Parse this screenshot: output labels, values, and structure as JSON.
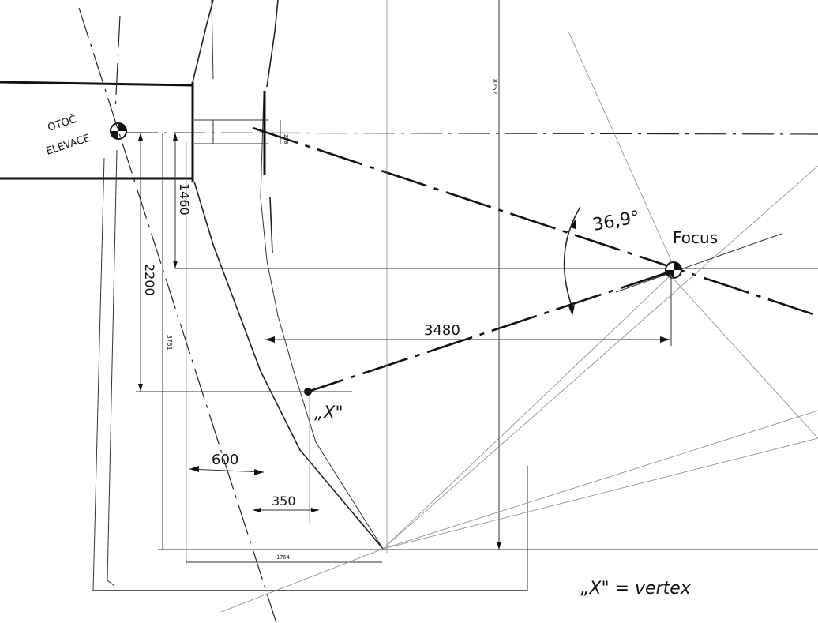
{
  "labels": {
    "pivot_line1": "OTOČ",
    "pivot_line2": "ELEVACE",
    "focus": "Focus",
    "angle": "36,9°",
    "vertex_mark": "„X\"",
    "legend": "„X\" = vertex"
  },
  "dimensions": {
    "d_1460": "1460",
    "d_2200": "2200",
    "d_3761": "3761",
    "d_8252": "8252",
    "d_270": "270",
    "d_3480": "3480",
    "d_600": "600",
    "d_350": "350",
    "d_1764": "1764"
  }
}
